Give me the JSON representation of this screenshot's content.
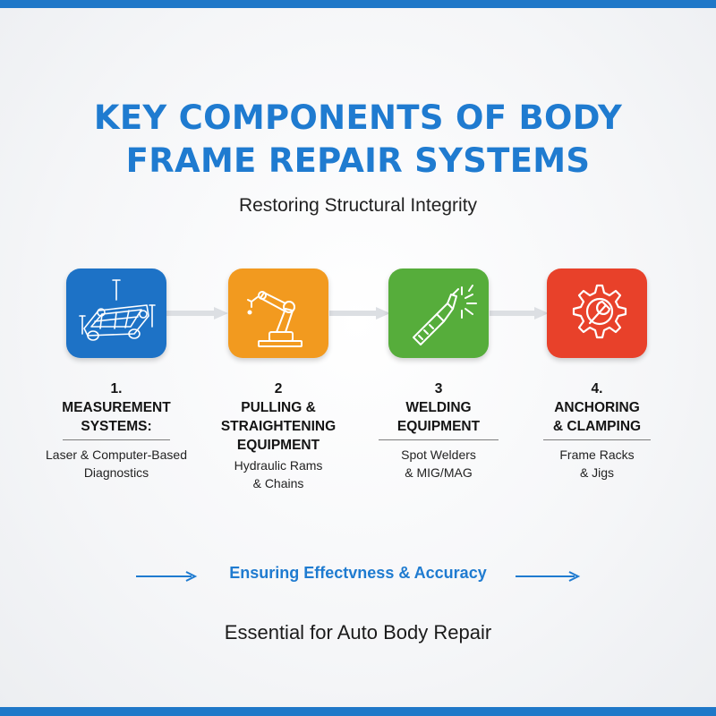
{
  "title_lines": [
    "KEY COMPONENTS OF BODY",
    "FRAME REPAIR SYSTEMS"
  ],
  "subtitle": "Restoring Structural Integrity",
  "steps": [
    {
      "number": "1.",
      "name_lines": [
        "MEASUREMENT",
        "SYSTEMS:"
      ],
      "desc_lines": [
        "Laser & Computer-Based",
        "Diagnostics"
      ],
      "color": "#1d72c6",
      "icon": "car-frame-icon"
    },
    {
      "number": "2",
      "name_lines": [
        "PULLING &",
        "STRAIGHTENING",
        "EQUIPMENT"
      ],
      "desc_lines": [
        "Hydraulic Rams",
        "& Chains"
      ],
      "color": "#f29a1f",
      "icon": "robotic-arm-icon"
    },
    {
      "number": "3",
      "name_lines": [
        "WELDING",
        "EQUIPMENT"
      ],
      "desc_lines": [
        "Spot Welders",
        "& MIG/MAG"
      ],
      "color": "#56ad3b",
      "icon": "welding-torch-icon"
    },
    {
      "number": "4.",
      "name_lines": [
        "ANCHORING",
        "& CLAMPING"
      ],
      "desc_lines": [
        "Frame Racks",
        "& Jigs"
      ],
      "color": "#e8412a",
      "icon": "gear-wrench-icon"
    }
  ],
  "effect_text": "Ensuring Effectvness & Accuracy",
  "footer": "Essential for Auto Body Repair",
  "colors": {
    "accent": "#1f7bd0",
    "connector": "#dcdfe3"
  }
}
